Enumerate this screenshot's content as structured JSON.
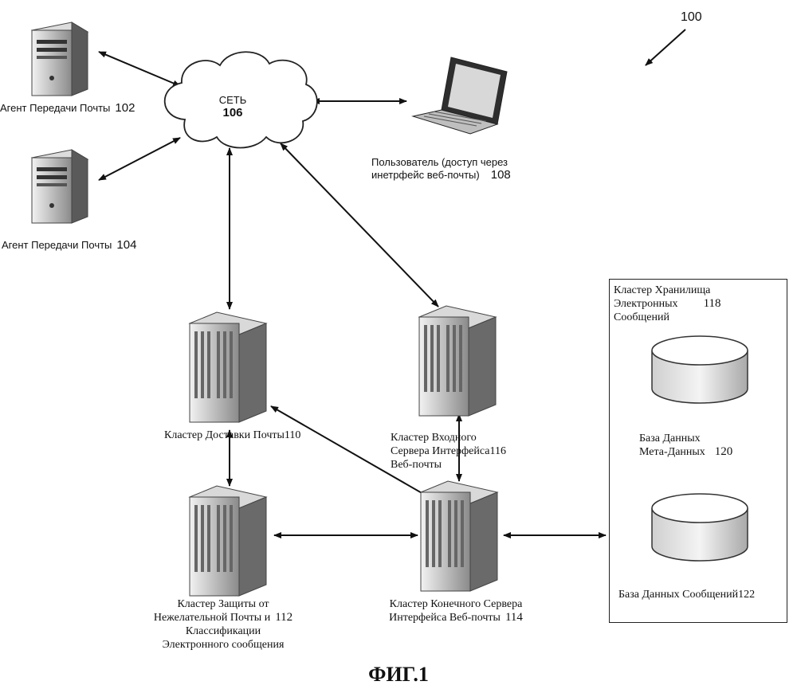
{
  "ref_number": "100",
  "figure_caption": "ФИГ.1",
  "network": {
    "label": "СЕТЬ",
    "number": "106"
  },
  "mta1": {
    "label": "Агент Передачи Почты",
    "number": "102"
  },
  "mta2": {
    "label": "Агент Передачи Почты",
    "number": "104"
  },
  "user": {
    "line1": "Пользователь (доступ через",
    "line2": "инетрфейс веб-почты)",
    "number": "108"
  },
  "delivery_cluster": {
    "label": "Кластер Доставки Почты",
    "number": "110"
  },
  "antispam_cluster": {
    "line1": "Кластер Защиты от",
    "line2": "Нежелательной Почты и",
    "line3": "Классификации",
    "line4": "Электронного сообщения",
    "number": "112"
  },
  "backend_cluster": {
    "line1": "Кластер Конечного Сервера",
    "line2": "Интерфейса Веб-почты",
    "number": "114"
  },
  "frontend_cluster": {
    "line1": "Кластер Входного",
    "line2": "Сервера Интерфейса",
    "line3": "Веб-почты",
    "number": "116"
  },
  "storage_cluster": {
    "line1": "Кластер Хранилища",
    "line2": "Электронных",
    "line3": "Сообщений",
    "number": "118"
  },
  "metadata_db": {
    "line1": "База Данных",
    "line2": "Мета-Данных",
    "number": "120"
  },
  "message_db": {
    "label": "База Данных Сообщений",
    "number": "122"
  }
}
